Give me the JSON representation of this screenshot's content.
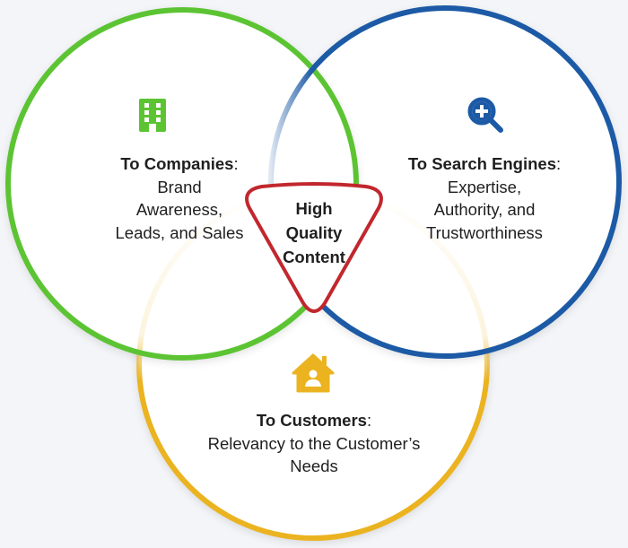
{
  "colors": {
    "companies": "#5cc433",
    "search_engines": "#1c5aa6",
    "customers": "#ebb320",
    "center": "#c1272d",
    "background": "#f3f5f8",
    "text": "#1f1f1f"
  },
  "icons": {
    "companies": "building-icon",
    "search_engines": "magnifier-plus-icon",
    "customers": "house-person-icon"
  },
  "companies": {
    "heading": "To Companies",
    "colon": ":",
    "lines": [
      "Brand",
      "Awareness,",
      "Leads, and Sales"
    ]
  },
  "search_engines": {
    "heading": "To Search Engines",
    "colon": ":",
    "lines": [
      "Expertise,",
      "Authority, and",
      "Trustworthiness"
    ]
  },
  "customers": {
    "heading": "To Customers",
    "colon": ":",
    "lines": [
      "Relevancy to the Customer’s",
      "Needs"
    ]
  },
  "center": {
    "lines": [
      "High",
      "Quality",
      "Content"
    ]
  }
}
